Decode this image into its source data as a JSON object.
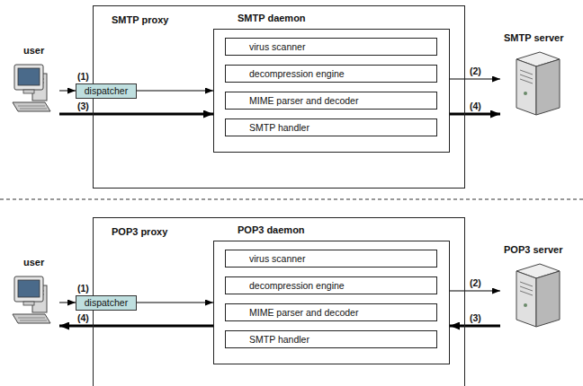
{
  "diagram": {
    "nodes": [
      {
        "text": [
          "SMTP proxy"
        ]
      },
      {
        "text": [
          "user"
        ]
      },
      {
        "text": [
          "dispatcher"
        ],
        "in": 0
      },
      {
        "text": [
          "SMTP daemon"
        ],
        "in": 0
      },
      {
        "text": [
          "virus scanner"
        ],
        "in": 3
      },
      {
        "text": [
          "decompression engine"
        ],
        "in": 3
      },
      {
        "text": [
          "MIME parser and decoder"
        ],
        "in": 3
      },
      {
        "text": [
          "SMTP handler"
        ],
        "in": 3
      },
      {
        "text": [
          "SMTP server"
        ]
      },
      {
        "text": [
          "POP3 proxy"
        ]
      },
      {
        "text": [
          "user"
        ]
      },
      {
        "text": [
          "dispatcher"
        ],
        "in": 9
      },
      {
        "text": [
          "POP3 daemon"
        ],
        "in": 9
      },
      {
        "text": [
          "virus scanner"
        ],
        "in": 12
      },
      {
        "text": [
          "decompression engine"
        ],
        "in": 12
      },
      {
        "text": [
          "MIME parser and decoder"
        ],
        "in": 12
      },
      {
        "text": [
          "SMTP handler"
        ],
        "in": 12
      },
      {
        "text": [
          "POP3 server"
        ]
      }
    ],
    "edges": [
      {
        "from": 1,
        "to": 2,
        "label": "(1)",
        "arrow": "to"
      },
      {
        "from": 2,
        "to": 3,
        "arrow": "to"
      },
      {
        "from": 3,
        "to": 8,
        "label": "(2)",
        "arrow": "to"
      },
      {
        "from": 1,
        "to": 3,
        "label": "(3)",
        "arrow": "to"
      },
      {
        "from": 3,
        "to": 8,
        "label": "(4)",
        "arrow": "to"
      },
      {
        "from": 10,
        "to": 11,
        "label": "(1)",
        "arrow": "to"
      },
      {
        "from": 11,
        "to": 12,
        "arrow": "to"
      },
      {
        "from": 12,
        "to": 17,
        "label": "(2)",
        "arrow": "to"
      },
      {
        "from": 17,
        "to": 12,
        "label": "(3)",
        "arrow": "to"
      },
      {
        "from": 12,
        "to": 10,
        "label": "(4)",
        "arrow": "to"
      }
    ]
  }
}
